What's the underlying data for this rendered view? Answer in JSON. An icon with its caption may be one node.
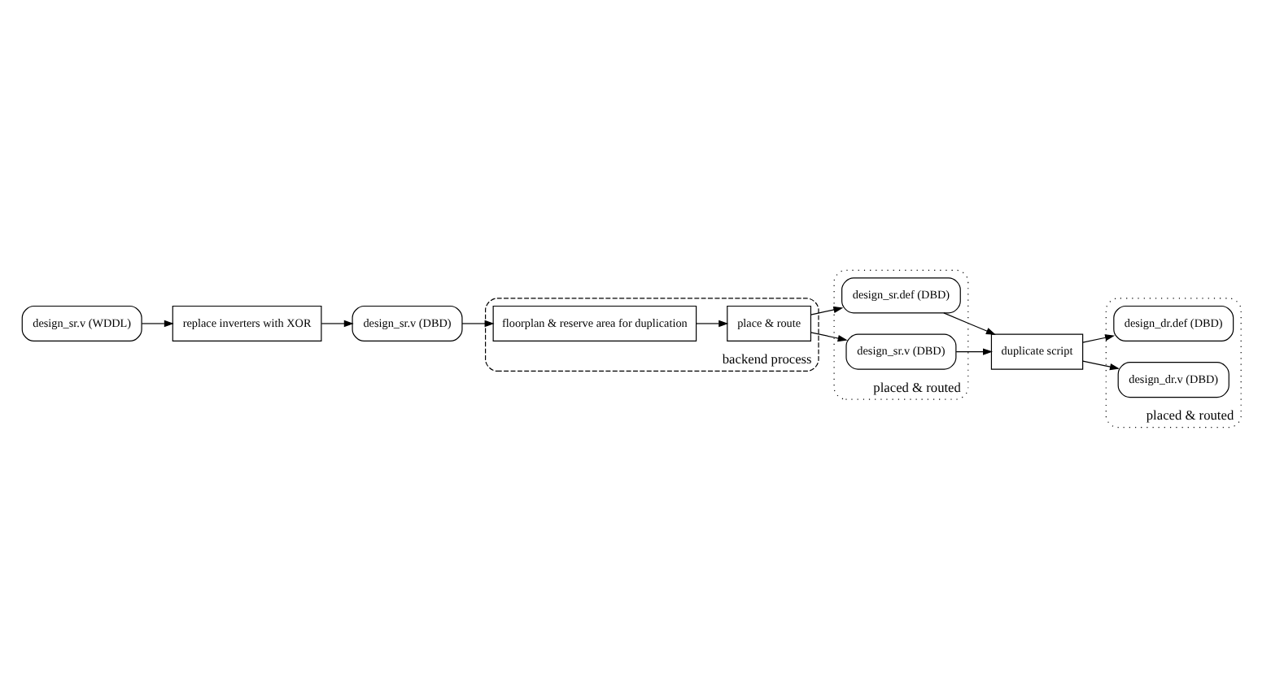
{
  "diagram": {
    "nodes": [
      {
        "text": [
          "design_sr.v (WDDL)"
        ]
      },
      {
        "text": [
          "replace inverters with XOR"
        ]
      },
      {
        "text": [
          "design_sr.v (DBD)"
        ]
      },
      {
        "text": [
          "backend process"
        ]
      },
      {
        "text": [
          "floorplan & reserve area for duplication"
        ],
        "in": 3
      },
      {
        "text": [
          "place & route"
        ],
        "in": 3
      },
      {
        "text": [
          "placed & routed"
        ]
      },
      {
        "text": [
          "design_sr.def (DBD)"
        ],
        "in": 6
      },
      {
        "text": [
          "design_sr.v (DBD)"
        ],
        "in": 6
      },
      {
        "text": [
          "duplicate script"
        ]
      },
      {
        "text": [
          "placed & routed"
        ]
      },
      {
        "text": [
          "design_dr.def (DBD)"
        ],
        "in": 10
      },
      {
        "text": [
          "design_dr.v (DBD)"
        ],
        "in": 10
      }
    ],
    "edges": [
      {
        "from": 0,
        "to": 1,
        "arrow": "to"
      },
      {
        "from": 1,
        "to": 2,
        "arrow": "to"
      },
      {
        "from": 2,
        "to": 4,
        "arrow": "to"
      },
      {
        "from": 4,
        "to": 5,
        "arrow": "to"
      },
      {
        "from": 5,
        "to": 7,
        "arrow": "to"
      },
      {
        "from": 5,
        "to": 8,
        "arrow": "to"
      },
      {
        "from": 7,
        "to": 9,
        "arrow": "to"
      },
      {
        "from": 8,
        "to": 9,
        "arrow": "to"
      },
      {
        "from": 9,
        "to": 11,
        "arrow": "to"
      },
      {
        "from": 9,
        "to": 12,
        "arrow": "to"
      }
    ]
  }
}
